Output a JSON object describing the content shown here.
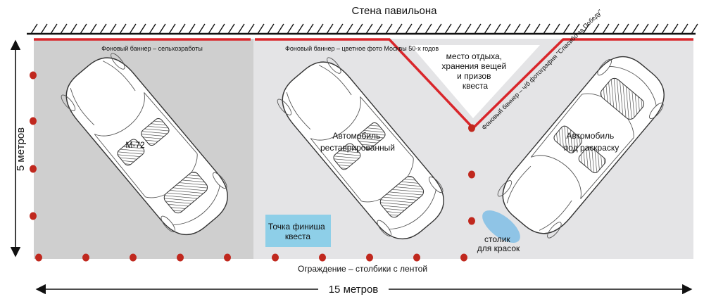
{
  "wall_label": "Стена павильона",
  "height_label": "5 метров",
  "width_label": "15 метров",
  "fence_label": "Ограждение – столбики с лентой",
  "banners": {
    "left": "Фоновый баннер – сельхозработы",
    "middle": "Фоновый баннер – цветное фото Москвы 50-х годов",
    "right": "Фоновый баннер – ч/б фотография \"Спасибо за Победу\""
  },
  "rest_area": [
    "место отдыха,",
    "хранения вещей",
    "и призов",
    "квеста"
  ],
  "cars": {
    "left": [
      "М-72"
    ],
    "middle": [
      "Автомобиль",
      "реставрированный"
    ],
    "right": [
      "Автомобиль",
      "под раскраску"
    ]
  },
  "finish_point": [
    "Точка финиша",
    "квеста"
  ],
  "paint_table": [
    "столик",
    "для красок"
  ],
  "colors": {
    "banner_red": "#d9262b",
    "post_red": "#c0281e",
    "floor_gray": "#e4e4e6",
    "zone_gray": "#cfcfcf",
    "finish_blue": "#8ecfe8",
    "table_blue": "#8fc4e6"
  }
}
